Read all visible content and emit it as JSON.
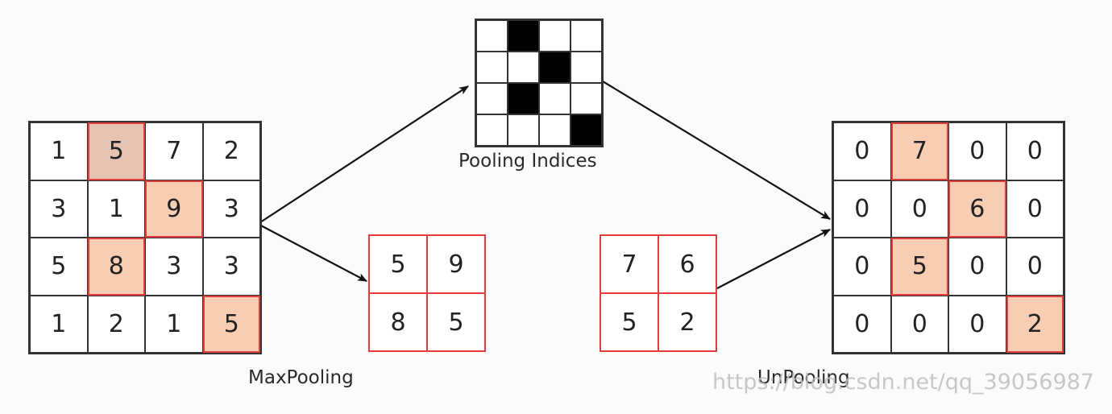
{
  "colors": {
    "highlight_fill": "#f9cdb2",
    "highlight_fill_first": "#e5c2b1",
    "highlight_border": "#e23c3c",
    "grid_border": "#333333",
    "mask_on": "#000000",
    "mask_off": "#ffffff"
  },
  "input": {
    "rows": [
      [
        {
          "v": "1",
          "hl": false
        },
        {
          "v": "5",
          "hl": true
        },
        {
          "v": "7",
          "hl": false
        },
        {
          "v": "2",
          "hl": false
        }
      ],
      [
        {
          "v": "3",
          "hl": false
        },
        {
          "v": "1",
          "hl": false
        },
        {
          "v": "9",
          "hl": true
        },
        {
          "v": "3",
          "hl": false
        }
      ],
      [
        {
          "v": "5",
          "hl": false
        },
        {
          "v": "8",
          "hl": true
        },
        {
          "v": "3",
          "hl": false
        },
        {
          "v": "3",
          "hl": false
        }
      ],
      [
        {
          "v": "1",
          "hl": false
        },
        {
          "v": "2",
          "hl": false
        },
        {
          "v": "1",
          "hl": false
        },
        {
          "v": "5",
          "hl": true
        }
      ]
    ]
  },
  "pooled": {
    "rows": [
      [
        "5",
        "9"
      ],
      [
        "8",
        "5"
      ]
    ]
  },
  "indices": {
    "label": "Pooling Indices",
    "mask": [
      [
        0,
        1,
        0,
        0
      ],
      [
        0,
        0,
        1,
        0
      ],
      [
        0,
        1,
        0,
        0
      ],
      [
        0,
        0,
        0,
        1
      ]
    ]
  },
  "unpool_input": {
    "rows": [
      [
        "7",
        "6"
      ],
      [
        "5",
        "2"
      ]
    ]
  },
  "unpooled": {
    "rows": [
      [
        {
          "v": "0",
          "hl": false
        },
        {
          "v": "7",
          "hl": true
        },
        {
          "v": "0",
          "hl": false
        },
        {
          "v": "0",
          "hl": false
        }
      ],
      [
        {
          "v": "0",
          "hl": false
        },
        {
          "v": "0",
          "hl": false
        },
        {
          "v": "6",
          "hl": true
        },
        {
          "v": "0",
          "hl": false
        }
      ],
      [
        {
          "v": "0",
          "hl": false
        },
        {
          "v": "5",
          "hl": true
        },
        {
          "v": "0",
          "hl": false
        },
        {
          "v": "0",
          "hl": false
        }
      ],
      [
        {
          "v": "0",
          "hl": false
        },
        {
          "v": "0",
          "hl": false
        },
        {
          "v": "0",
          "hl": false
        },
        {
          "v": "2",
          "hl": true
        }
      ]
    ]
  },
  "labels": {
    "maxpooling": "MaxPooling",
    "unpooling": "UnPooling"
  },
  "watermark": "https://blog.csdn.net/qq_39056987"
}
